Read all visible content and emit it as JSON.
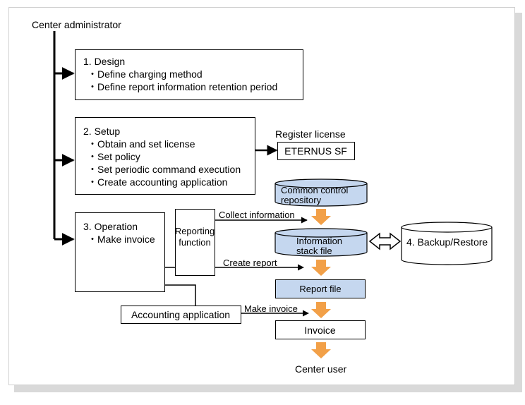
{
  "actor": "Center administrator",
  "design": {
    "title": "1. Design",
    "items": [
      "・Define charging method",
      "・Define report information retention period"
    ]
  },
  "setup": {
    "title": "2. Setup",
    "items": [
      "・Obtain and set license",
      "・Set policy",
      "・Set periodic command execution",
      "・Create accounting application"
    ]
  },
  "operation": {
    "title": "3. Operation",
    "items": [
      "・Make invoice"
    ]
  },
  "register_license": "Register license",
  "eternus": "ETERNUS SF",
  "reporting_function": [
    "Reporting",
    "function"
  ],
  "common_control": [
    "Common control",
    "repository"
  ],
  "collect_information": "Collect information",
  "information_stack": [
    "Information",
    "stack file"
  ],
  "backup_restore": "4. Backup/Restore",
  "create_report": "Create report",
  "report_file": "Report file",
  "accounting_application": "Accounting application",
  "make_invoice": "Make invoice",
  "invoice": "Invoice",
  "center_user": "Center user",
  "colors": {
    "repository_fill": "#c5d7ef",
    "arrow_orange": "#f2a048",
    "shadow": "#d9d9d9"
  }
}
